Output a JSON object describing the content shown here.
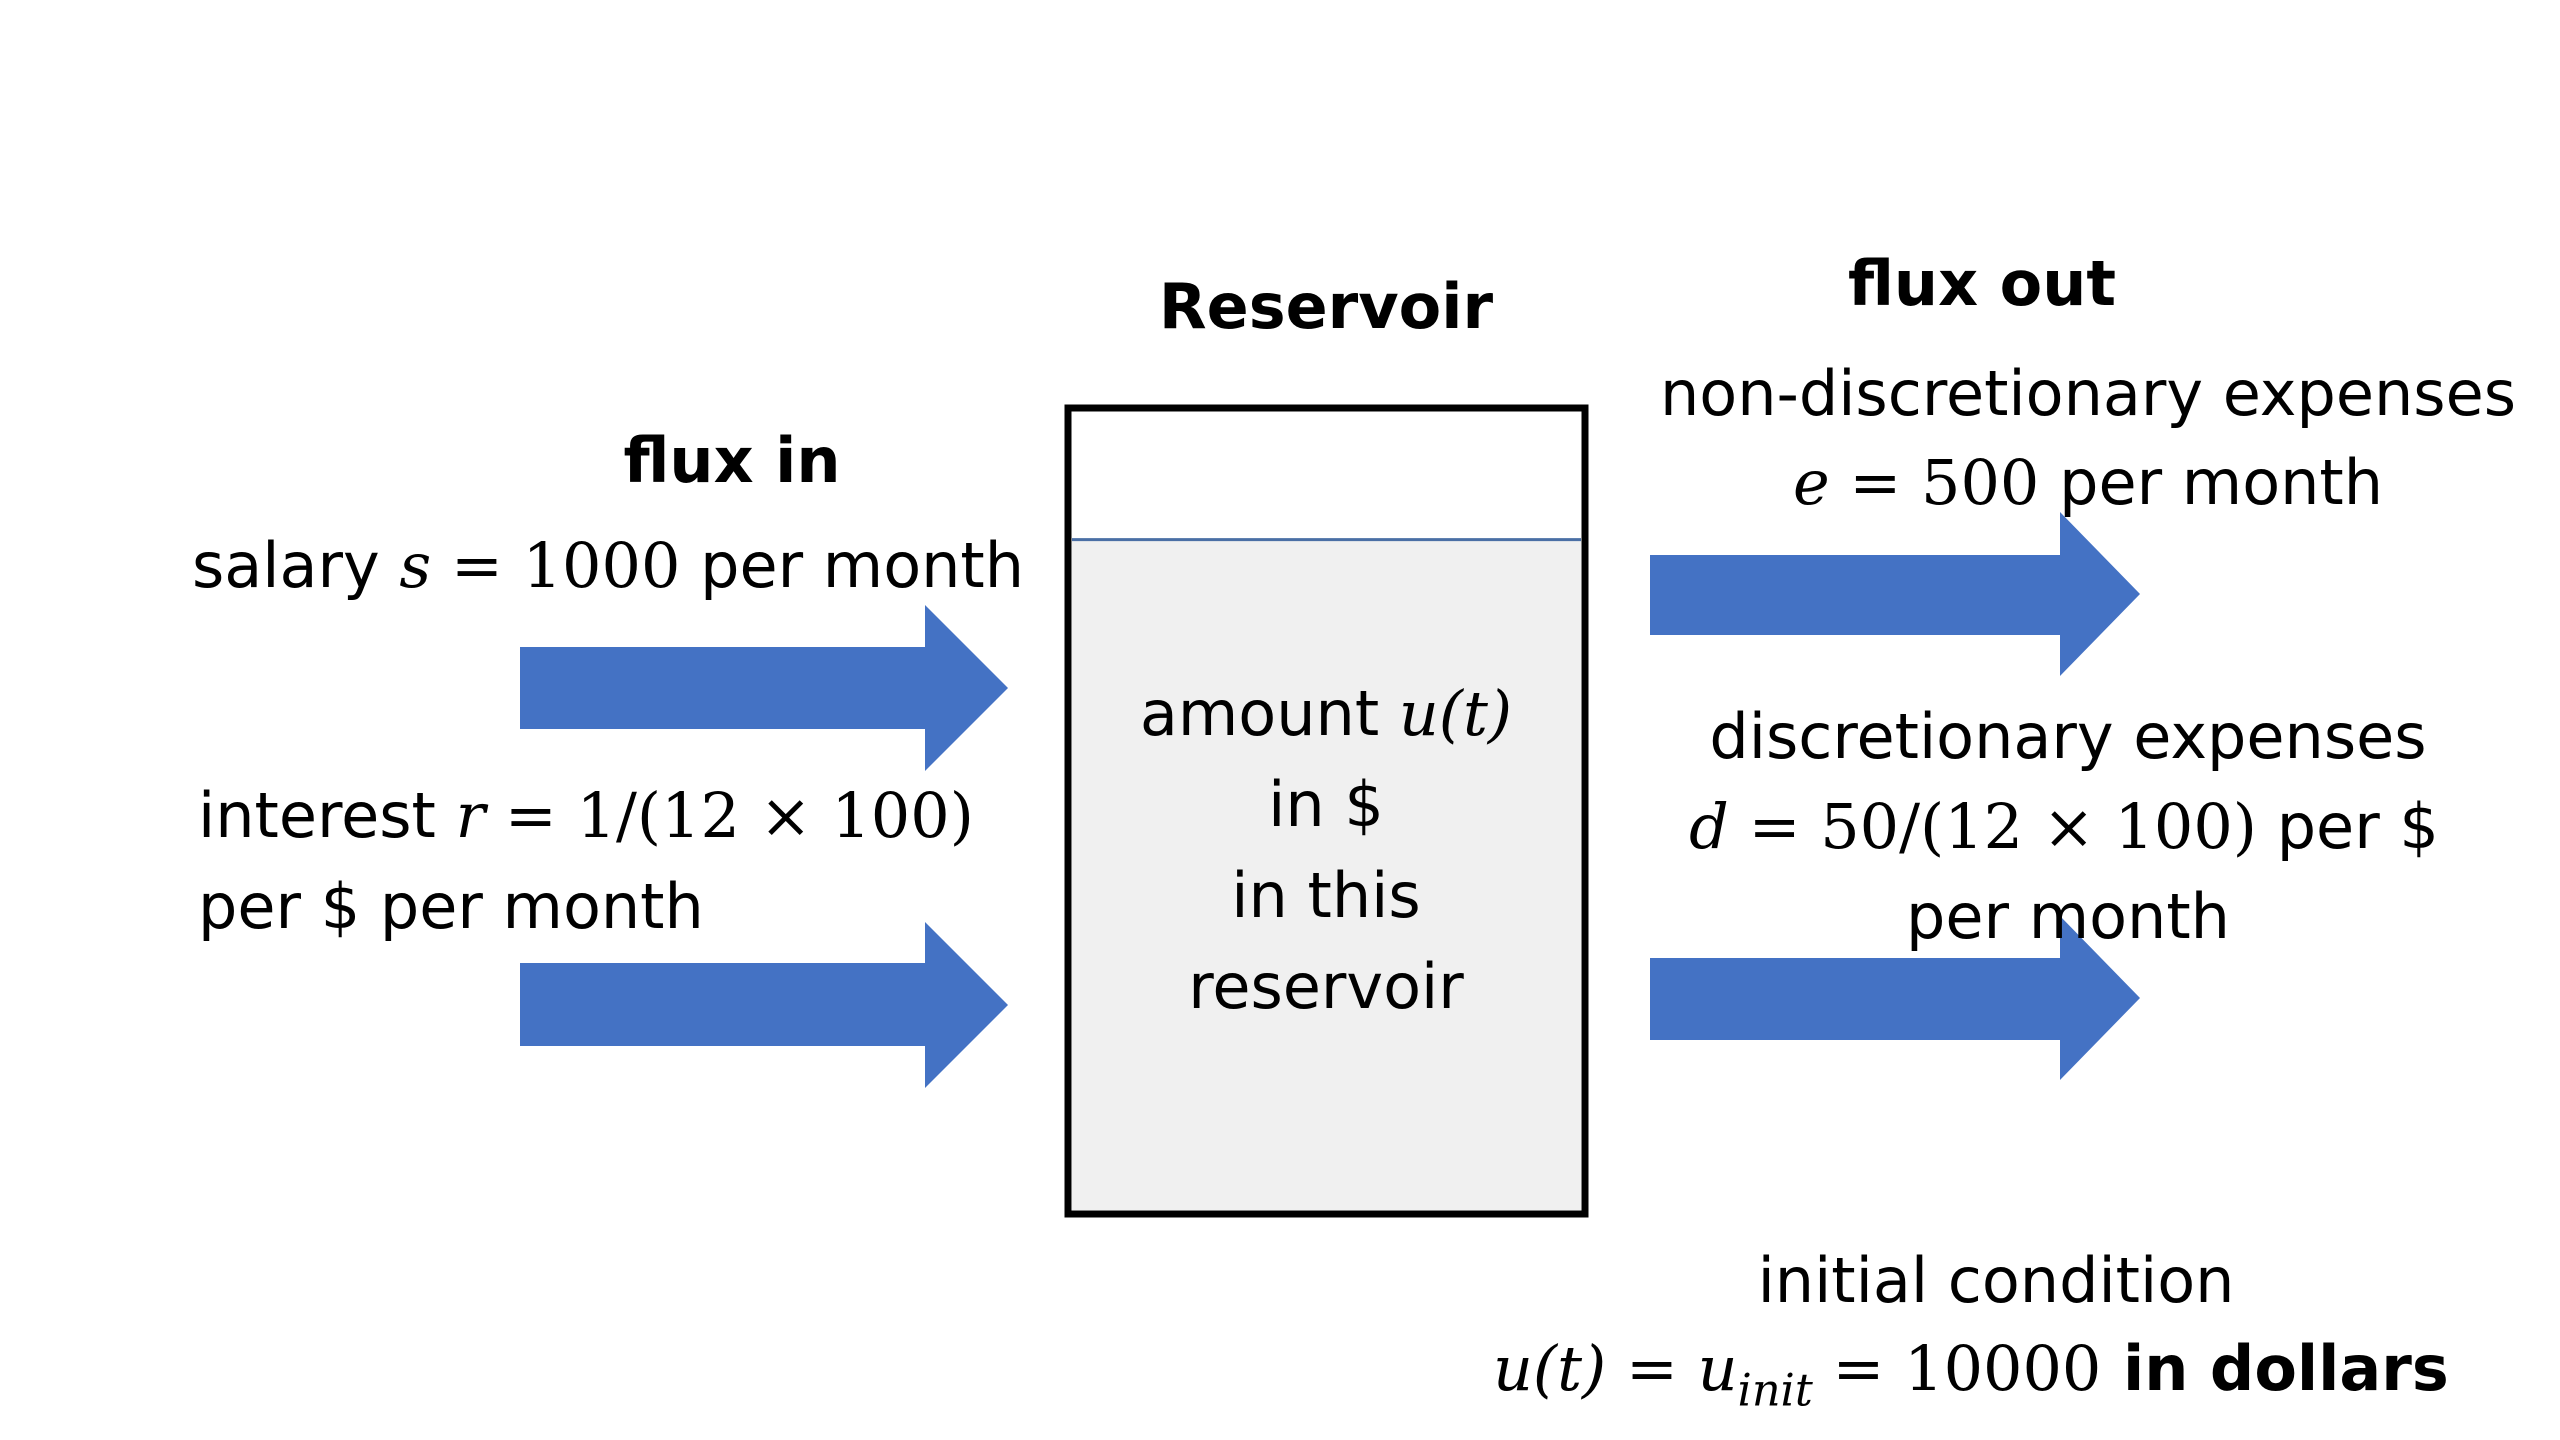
{
  "colors": {
    "arrow": "#4472C4",
    "reservoir_fill": "#F0F0F0",
    "reservoir_border": "#000000",
    "water_line": "#4A6FA5"
  },
  "reservoir": {
    "title": "Reservoir",
    "line1_prefix": "amount ",
    "line1_math": "u(t)",
    "line2": "in $",
    "line3": "in this",
    "line4": "reservoir",
    "fill_level": 0.84
  },
  "flux_in": {
    "title": "flux in",
    "salary": {
      "prefix": "salary ",
      "var": "s",
      "eq": " = 1000",
      "suffix": " per month"
    },
    "interest": {
      "prefix": "interest ",
      "var": "r",
      "eq": " = 1/(12 × 100)",
      "line2": "per $ per month"
    }
  },
  "flux_out": {
    "title": "flux out",
    "nondisc": {
      "line1": "non-discretionary expenses",
      "var": "e",
      "eq": " = 500",
      "suffix": " per month"
    },
    "disc": {
      "line1": "discretionary expenses",
      "var": "d",
      "eq": " = 50/(12 × 100)",
      "suffix": " per $",
      "line3": "per month"
    }
  },
  "initial": {
    "line1": "initial condition",
    "lhs": "u(t)",
    "eq1": " = ",
    "u_base": "u",
    "u_sub": "init",
    "eq2": " = 10000",
    "suffix": " in dollars"
  }
}
